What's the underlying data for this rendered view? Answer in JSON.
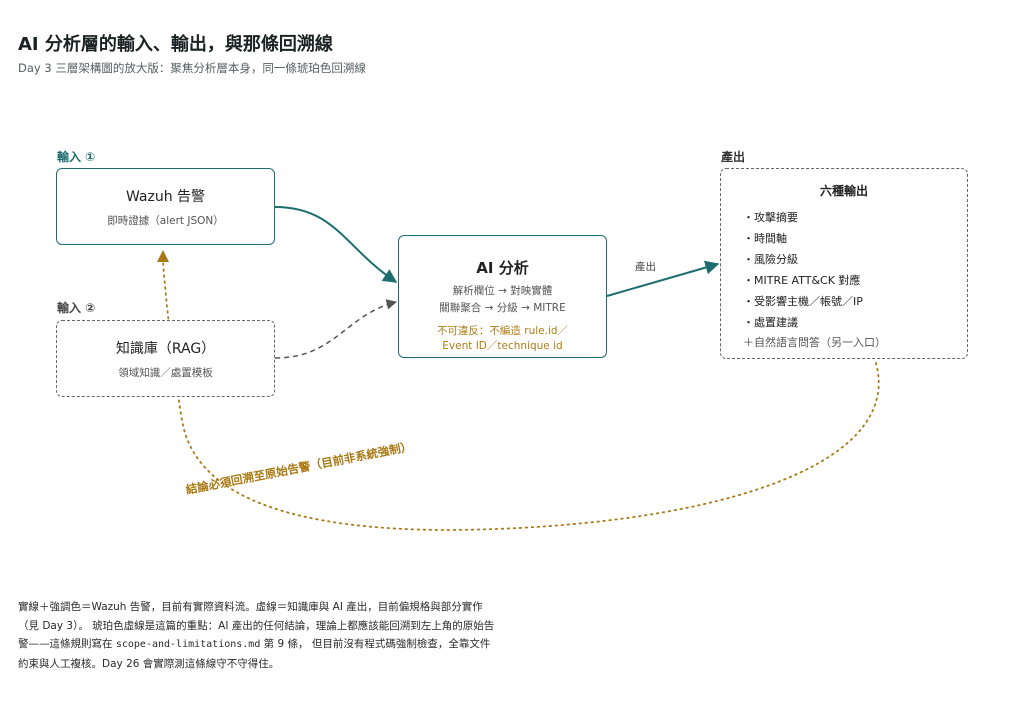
{
  "title": "AI 分析層的輸入、輸出，與那條回溯線",
  "subtitle": "Day 3 三層架構圖的放大版：聚焦分析層本身，同一條琥珀色回溯線",
  "inputs": {
    "label1": "輸入 ①",
    "label2": "輸入 ②",
    "wazuh": {
      "title": "Wazuh 告警",
      "sub": "即時證據（alert JSON）"
    },
    "rag": {
      "title": "知識庫（RAG）",
      "sub": "領域知識／處置模板"
    }
  },
  "ai": {
    "title": "AI 分析",
    "line1": "解析欄位 → 對映實體",
    "line2": "關聯聚合 → 分級 → MITRE",
    "warn1": "不可違反：不編造 rule.id／",
    "warn2": "Event ID／technique id"
  },
  "edge_label": "產出",
  "output": {
    "section_label": "產出",
    "title": "六種輸出",
    "items": [
      "・攻擊摘要",
      "・時間軸",
      "・風險分級",
      "・MITRE ATT&CK 對應",
      "・受影響主機／帳號／IP",
      "・處置建議"
    ],
    "extra": "＋自然語言問答（另一入口）"
  },
  "trace_label": "結論必須回溯至原始告警（目前非系統強制）",
  "footnote": {
    "p1": "實線＋強調色＝Wazuh 告警，目前有實際資料流。虛線＝知識庫與 AI 產出，目前偏規格與部分實作（見 Day 3）。 琥珀色虛線是這篇的重點：AI 產出的任何結論，理論上都應該能回溯到左上角的原始告警——這條規則寫在 ",
    "code": "scope-and-limitations.md",
    "p2": " 第 9 條， 但目前沒有程式碼強制檢查，全靠文件約束與人工複核。Day 26 會實際測這條線守不守得住。"
  },
  "colors": {
    "teal": "#1e6e70",
    "amber": "#a97913",
    "gray": "#666666"
  }
}
